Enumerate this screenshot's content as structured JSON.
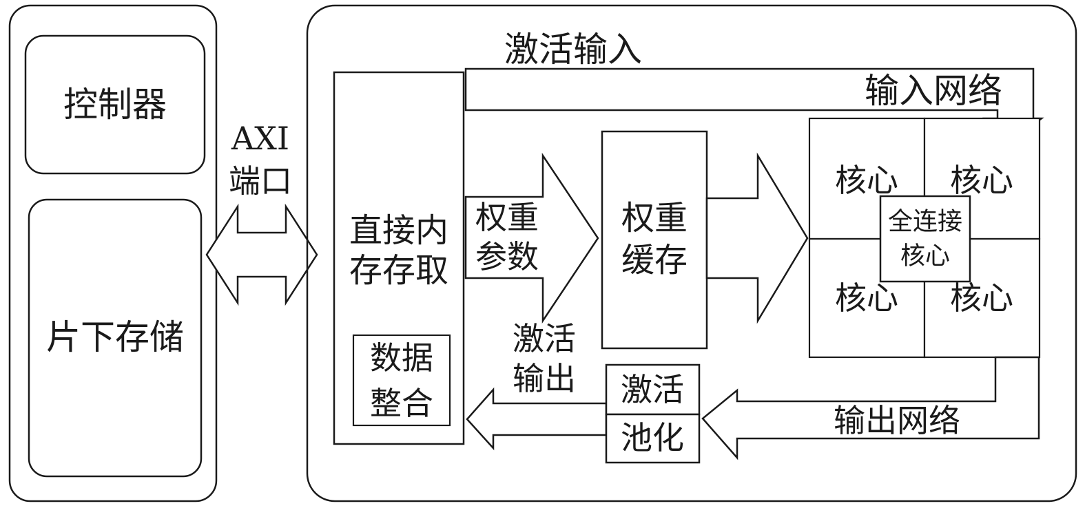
{
  "left_panel": {
    "controller": "控制器",
    "offchip_memory": "片下存储"
  },
  "axi_port": {
    "line1": "AXI",
    "line2": "端口"
  },
  "dma": {
    "line1": "直接内",
    "line2": "存存取",
    "data_merge": {
      "line1": "数据",
      "line2": "整合"
    }
  },
  "labels": {
    "activation_input": "激活输入",
    "input_network": "输入网络",
    "output_network": "输出网络",
    "weight_params": {
      "line1": "权重",
      "line2": "参数"
    },
    "activation_output": {
      "line1": "激活",
      "line2": "输出"
    }
  },
  "weight_cache": {
    "line1": "权重",
    "line2": "缓存"
  },
  "cores": {
    "top_left": "核心",
    "top_right": "核心",
    "bottom_left": "核心",
    "bottom_right": "核心",
    "fc_core": {
      "line1": "全连接",
      "line2": "核心"
    }
  },
  "post_process": {
    "activation": "激活",
    "pooling": "池化"
  }
}
